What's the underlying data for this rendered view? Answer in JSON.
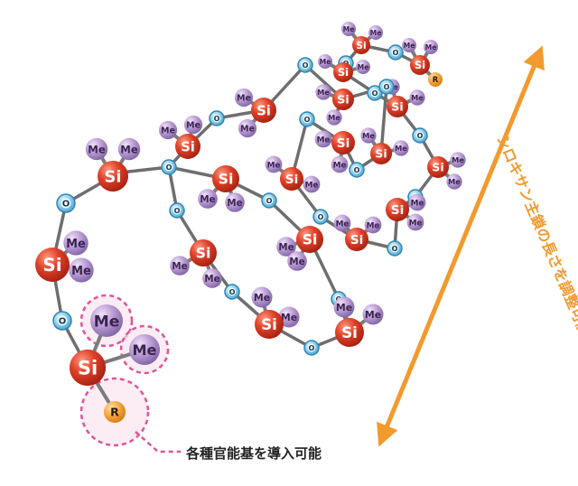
{
  "atoms": {
    "si": "Si",
    "me": "Me",
    "o": "O",
    "r": "R"
  },
  "labels": {
    "chain_length": "シロキサン主鎖の長さを調整可能",
    "functional_groups": "各種官能基を導入可能"
  },
  "colors": {
    "si": "#e0412a",
    "me": "#b99ad4",
    "o": "#4fa9d3",
    "r": "#f5a23a",
    "chain": "#6e6e6e",
    "arrow": "#f29a2e",
    "highlight": "#e0529a"
  }
}
